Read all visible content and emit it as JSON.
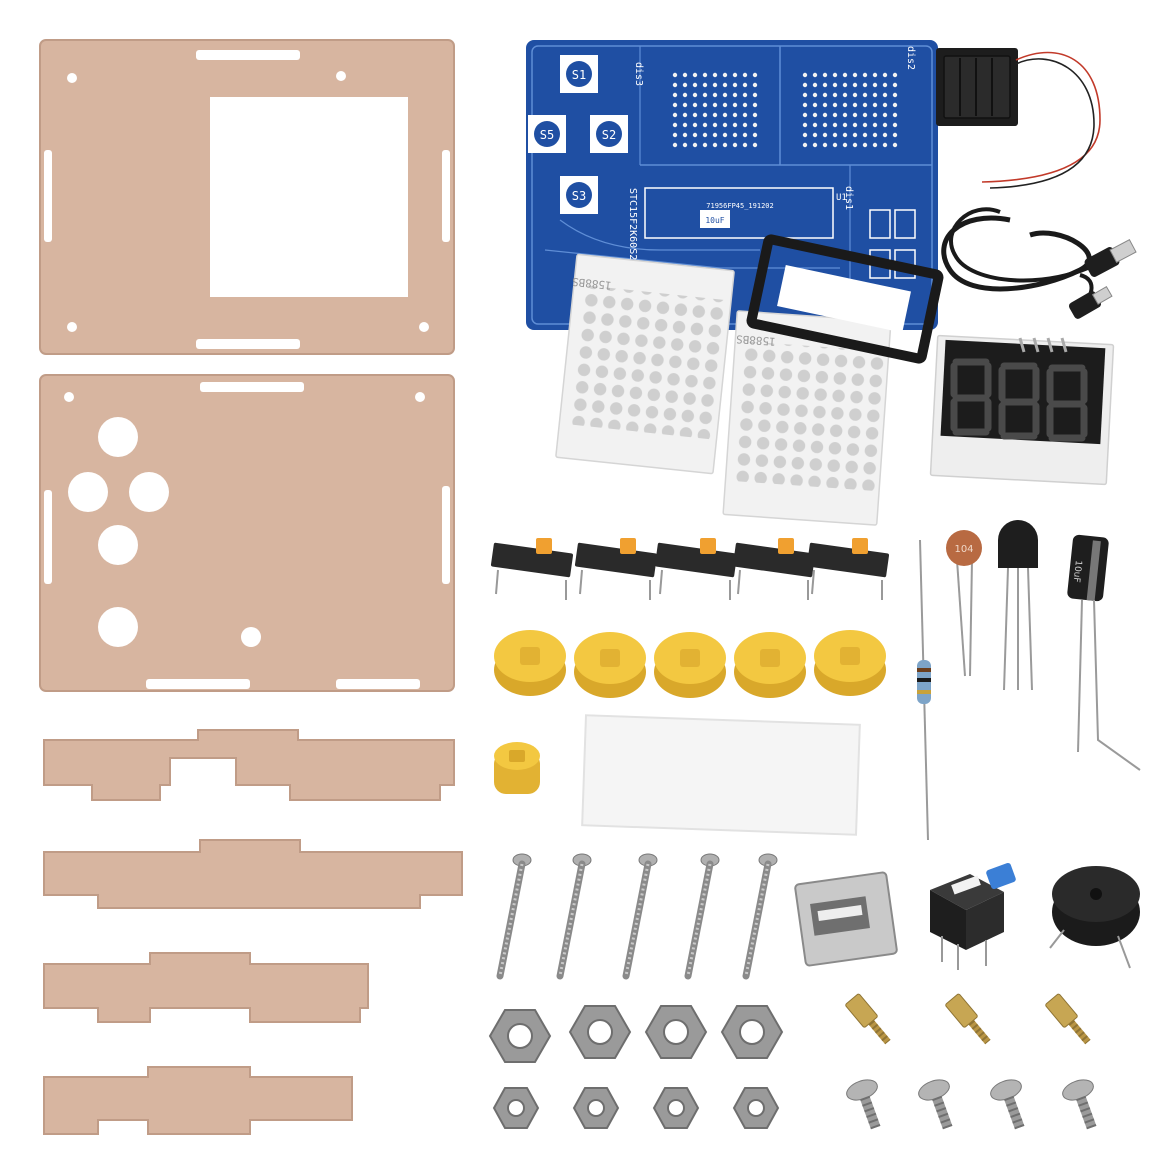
{
  "colors": {
    "background": "#ffffff",
    "acrylic": "#d7b5a0",
    "acrylic_edge": "#b8927d",
    "pcb": "#1f4fa3",
    "pcb_trace": "#5f8ed6",
    "led_block": "#f2f2f2",
    "led_dot": "#c9c9c9",
    "button_cap": "#f3c841",
    "switch_body": "#2a2a2a",
    "switch_slider": "#f0a030",
    "metal": "#a9a9a9",
    "brass": "#c7a653",
    "battery_box": "#1d1d1d",
    "cable": "#1a1a1a"
  },
  "pcb": {
    "label_dis3": "dis3",
    "label_dis2": "dis2",
    "label_dis1": "dis1",
    "buttons": [
      "S1",
      "S5",
      "S2",
      "S3"
    ],
    "chip_label": "STC15F2K60S2",
    "chip_code": "71956FP45_191202",
    "cap_label": "10uF",
    "ic_label": "U1",
    "digit_label": "888"
  },
  "matrix": {
    "label_left": "1588BS",
    "label_right": "1588BS"
  },
  "ceramic_cap": {
    "label": "104"
  },
  "electrolytic_cap": {
    "label": "10uF"
  },
  "items": {
    "tact_switches": 5,
    "button_caps": 5,
    "screws_long": 5,
    "nuts_large": 4,
    "nuts_small": 4,
    "standoffs": 3,
    "screws_short": 4
  }
}
